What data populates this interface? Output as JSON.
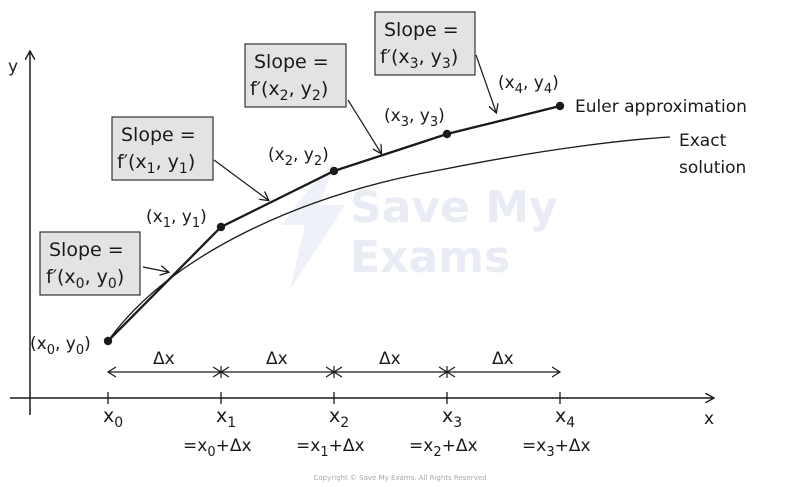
{
  "axes": {
    "x_label": "x",
    "y_label": "y"
  },
  "points": [
    {
      "base": "x",
      "sub": "0",
      "ybase": "y",
      "ysub": "0"
    },
    {
      "base": "x",
      "sub": "1",
      "ybase": "y",
      "ysub": "1"
    },
    {
      "base": "x",
      "sub": "2",
      "ybase": "y",
      "ysub": "2"
    },
    {
      "base": "x",
      "sub": "3",
      "ybase": "y",
      "ysub": "3"
    },
    {
      "base": "x",
      "sub": "4",
      "ybase": "y",
      "ysub": "4"
    }
  ],
  "ticks": [
    {
      "base": "x",
      "sub": "0",
      "formula_prefix": "",
      "formula_sub": "",
      "formula_suffix": ""
    },
    {
      "base": "x",
      "sub": "1",
      "formula_prefix": "=x",
      "formula_sub": "0",
      "formula_suffix": "+Δx"
    },
    {
      "base": "x",
      "sub": "2",
      "formula_prefix": "=x",
      "formula_sub": "1",
      "formula_suffix": "+Δx"
    },
    {
      "base": "x",
      "sub": "3",
      "formula_prefix": "=x",
      "formula_sub": "2",
      "formula_suffix": "+Δx"
    },
    {
      "base": "x",
      "sub": "4",
      "formula_prefix": "=x",
      "formula_sub": "3",
      "formula_suffix": "+Δx"
    }
  ],
  "step_label": "Δx",
  "slope_boxes": [
    {
      "line1": "Slope =",
      "prefix": "f′(x",
      "sub1": "0",
      "mid": ", y",
      "sub2": "0",
      "suffix": ")"
    },
    {
      "line1": "Slope =",
      "prefix": "f′(x",
      "sub1": "1",
      "mid": ", y",
      "sub2": "1",
      "suffix": ")"
    },
    {
      "line1": "Slope =",
      "prefix": "f′(x",
      "sub1": "2",
      "mid": ", y",
      "sub2": "2",
      "suffix": ")"
    },
    {
      "line1": "Slope =",
      "prefix": "f′(x",
      "sub1": "3",
      "mid": ", y",
      "sub2": "3",
      "suffix": ")"
    }
  ],
  "labels": {
    "euler": "Euler approximation",
    "exact_line1": "Exact",
    "exact_line2": "solution"
  },
  "watermark": {
    "line1": "Save My",
    "line2": "Exams"
  },
  "copyright": "Copyright © Save My Exams. All Rights Reserved",
  "colors": {
    "line": "#1a1a1a",
    "box_fill": "#e3e3e3",
    "box_stroke": "#333333",
    "watermark": "#e9ecf4"
  }
}
